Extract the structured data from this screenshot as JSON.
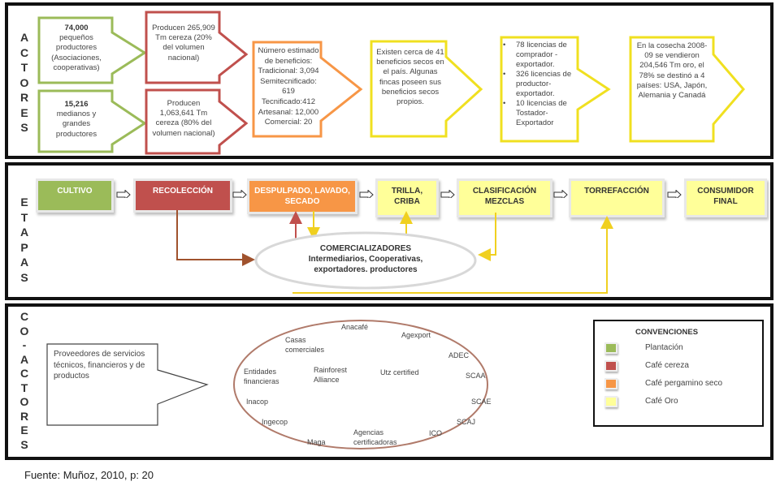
{
  "colors": {
    "plantacion": "#9bbb59",
    "cafe_cereza": "#c0504d",
    "cafe_pergamino": "#f79646",
    "cafe_oro": "#ffff99",
    "oro_border": "#f0e020",
    "arrow_brown": "#a0522d",
    "arrow_yellow": "#f5e04a",
    "ellipse_border": "#c8a090"
  },
  "actores": {
    "label": [
      "A",
      "C",
      "T",
      "O",
      "R",
      "E",
      "S"
    ],
    "small_producers": {
      "bold": "74,000",
      "text": "pequeños productores (Asociaciones, cooperativas)"
    },
    "large_producers": {
      "bold": "15,216",
      "text": "medianos y grandes productores"
    },
    "production_small": "Producen 265,909 Tm cereza (20% del volumen nacional)",
    "production_large": "Producen 1,063,641 Tm cereza (80% del volumen nacional)",
    "beneficios": [
      "Número estimado de beneficios:",
      "Tradicional: 3,094",
      "Semitecnificado: 619",
      "Tecnificado:412",
      "Artesanal: 12,000",
      "Comercial: 20"
    ],
    "beneficios_secos": "Existen cerca de 41 beneficios secos en el país. Algunas fincas poseen sus beneficios secos propios.",
    "licencias": [
      "78 licencias de comprador - exportador.",
      "326 licencias de productor-exportador.",
      "10 licencias de Tostador-Exportador"
    ],
    "cosecha": "En la cosecha 2008-09 se vendieron 204,546 Tm oro, el 78% se destinó a 4 países: USA, Japón, Alemania y Canadá"
  },
  "etapas": {
    "label": [
      "E",
      "T",
      "A",
      "P",
      "A",
      "S"
    ],
    "stages": [
      {
        "label": "CULTIVO",
        "color_key": "plantacion"
      },
      {
        "label": "RECOLECCIÓN",
        "color_key": "cafe_cereza"
      },
      {
        "label": "DESPULPADO, LAVADO, SECADO",
        "color_key": "cafe_pergamino"
      },
      {
        "label": "TRILLA, CRIBA",
        "color_key": "cafe_oro"
      },
      {
        "label": "CLASIFICACIÓN MEZCLAS",
        "color_key": "cafe_oro"
      },
      {
        "label": "TORREFACCIÓN",
        "color_key": "cafe_oro"
      },
      {
        "label": "CONSUMIDOR FINAL",
        "color_key": "cafe_oro"
      }
    ],
    "comercializadores": {
      "title": "COMERCIALIZADORES",
      "line1": "Intermediarios, Cooperativas,",
      "line2": "exportadores. productores"
    }
  },
  "coactores": {
    "label": [
      "C",
      "O",
      "-",
      "A",
      "C",
      "T",
      "O",
      "R",
      "E",
      "S"
    ],
    "providers": "Proveedores de servicios técnicos, financieros y de productos",
    "organizations": [
      "Anacafé",
      "Agexport",
      "Casas comerciales",
      "ADEC",
      "Entidades financieras",
      "Rainforest Alliance",
      "Utz certified",
      "SCAA",
      "Inacop",
      "SCAE",
      "Ingecop",
      "SCAJ",
      "Agencias certificadoras",
      "ICO",
      "Maga"
    ]
  },
  "legend": {
    "title": "CONVENCIONES",
    "items": [
      {
        "label": "Plantación",
        "color_key": "plantacion"
      },
      {
        "label": "Café cereza",
        "color_key": "cafe_cereza"
      },
      {
        "label": "Café pergamino seco",
        "color_key": "cafe_pergamino"
      },
      {
        "label": "Café Oro",
        "color_key": "cafe_oro"
      }
    ]
  },
  "source": "Fuente:  Muñoz, 2010, p: 20"
}
